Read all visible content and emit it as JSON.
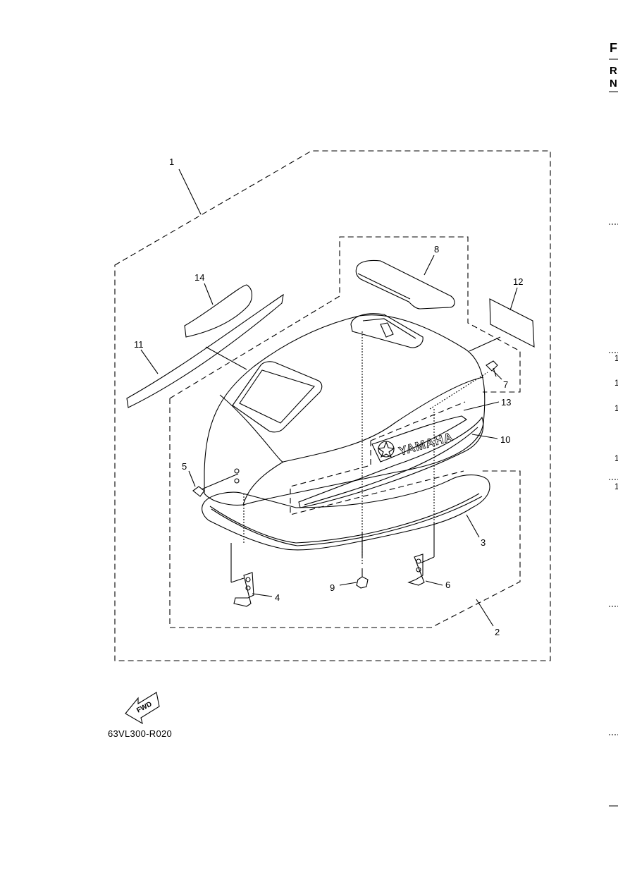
{
  "diagram": {
    "drawing_code": "63VL300-R020",
    "fwd_label": "FWD",
    "brand_text": "YAMAHA",
    "callouts": [
      "1",
      "2",
      "3",
      "4",
      "5",
      "6",
      "7",
      "8",
      "9",
      "10",
      "11",
      "12",
      "13",
      "14"
    ]
  },
  "edge_fragment": {
    "letters": [
      "F",
      "R",
      "N"
    ],
    "digits": [
      "1",
      "1",
      "1",
      "1",
      "1"
    ]
  }
}
